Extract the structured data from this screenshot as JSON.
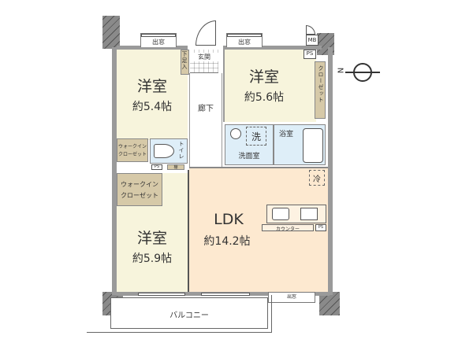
{
  "floor_plan": {
    "rooms": [
      {
        "id": "western-room-1",
        "name": "洋室",
        "size": "約5.4帖"
      },
      {
        "id": "western-room-2",
        "name": "洋室",
        "size": "約5.6帖"
      },
      {
        "id": "western-room-3",
        "name": "洋室",
        "size": "約5.9帖"
      },
      {
        "id": "ldk",
        "name": "LDK",
        "size": "約14.2帖"
      }
    ],
    "labels": {
      "bay_window": "出窓",
      "entrance": "玄関",
      "shoe_closet": "下足入",
      "hallway": "廊下",
      "closet": "クローゼット",
      "walk_in_closet": "ウォークインクローゼット",
      "walk_in_closet_line1": "ウォークイン",
      "walk_in_closet_line2": "クローゼット",
      "toilet": "トイレ",
      "shelf": "棚",
      "washroom": "洗面室",
      "washer": "洗",
      "bathroom": "浴室",
      "fridge": "冷",
      "counter": "カウンター",
      "balcony": "バルコニー",
      "mb": "MB",
      "ps": "PS"
    },
    "compass": {
      "direction_label": "N",
      "icon": "compass-icon"
    },
    "colors": {
      "western_room": "#f7f4dc",
      "ldk": "#fde9d0",
      "wet_area": "#deeef8",
      "closet": "#d6c9a8",
      "wall": "#9a9a9a"
    }
  }
}
